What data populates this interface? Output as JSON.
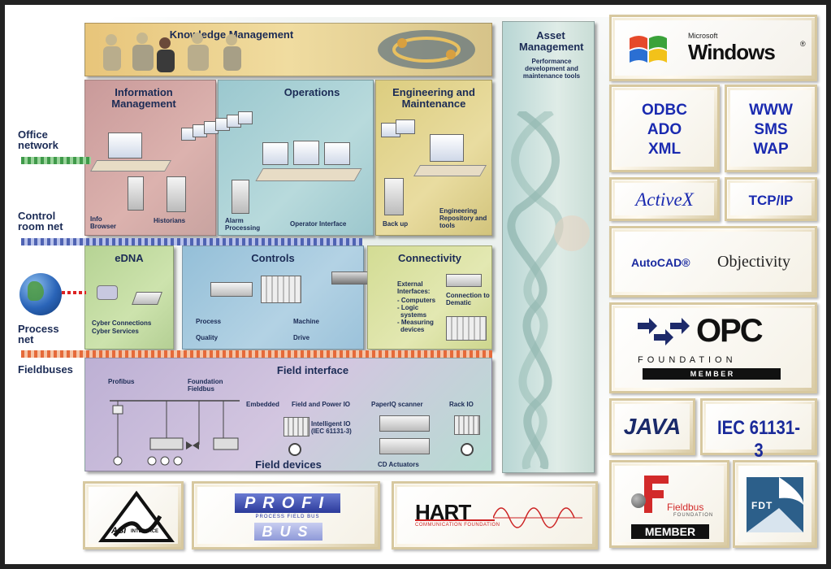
{
  "layers": {
    "knowledge": {
      "title": "Knowledge Management"
    },
    "asset": {
      "title": "Asset Management",
      "subtitle": "Performance development and maintenance tools"
    },
    "information": {
      "title": "Information Management",
      "labels": [
        "Info Browser",
        "Historians"
      ]
    },
    "operations": {
      "title": "Operations",
      "labels": [
        "Alarm Processing",
        "Operator Interface"
      ]
    },
    "engineering": {
      "title": "Engineering and Maintenance",
      "labels": [
        "Back up",
        "Engineering Repository and tools"
      ]
    },
    "edna": {
      "title": "eDNA",
      "labels": [
        "Cyber Connections",
        "Cyber Services"
      ]
    },
    "controls": {
      "title": "Controls",
      "labels": [
        "Process",
        "Machine",
        "Quality",
        "Drive"
      ]
    },
    "connectivity": {
      "title": "Connectivity",
      "external": "External Interfaces:",
      "items": [
        "- Computers",
        "- Logic",
        "  systems",
        "- Measuring",
        "  devices"
      ],
      "connection": "Connection to Dematic"
    },
    "field": {
      "title": "Field interface",
      "devices": "Field devices",
      "labels": [
        "Profibus",
        "Foundation Fieldbus",
        "Embedded",
        "Field and Power IO",
        "PaperIQ scanner",
        "Rack IO",
        "Intelligent IO",
        "(IEC 61131-3)",
        "CD Actuators"
      ]
    }
  },
  "networks": [
    "Office network",
    "Control room net",
    "Process net",
    "Fieldbuses"
  ],
  "logos": {
    "windows": {
      "small": "Microsoft",
      "big": "Windows",
      "mark": "®"
    },
    "odbc": [
      "ODBC",
      "ADO",
      "XML"
    ],
    "www": [
      "WWW",
      "SMS",
      "WAP"
    ],
    "activex": "ActiveX",
    "tcpip": "TCP/IP",
    "autocad": "AutoCAD®",
    "objectivity": "Objectivity",
    "opc": {
      "name": "OPC",
      "foundation": "F O U N D A T I O N",
      "member": "M E M B E R"
    },
    "java": "JAVA",
    "iec": "IEC 61131-3",
    "fieldbus": {
      "name": "Fieldbus",
      "sub": "FOUNDATION",
      "member": "MEMBER"
    },
    "fdt": "FDT",
    "asi": "ASi",
    "asi_sub": "INTERFACE",
    "profibus": {
      "top": "PROFI",
      "bottom": "BUS",
      "tagline": "PROCESS FIELD BUS"
    },
    "hart": {
      "name": "HART",
      "sub": "COMMUNICATION FOUNDATION"
    }
  },
  "colors": {
    "knowledge": "#e9c777",
    "information": "#d7a1a1",
    "operations": "#a7cfd3",
    "engineering": "#e2d488",
    "edna": "#bfd89c",
    "controls": "#9fc4dc",
    "connectivity": "#d8e19a",
    "field": "#c6b3d6",
    "asset": "#c5ddd8"
  }
}
